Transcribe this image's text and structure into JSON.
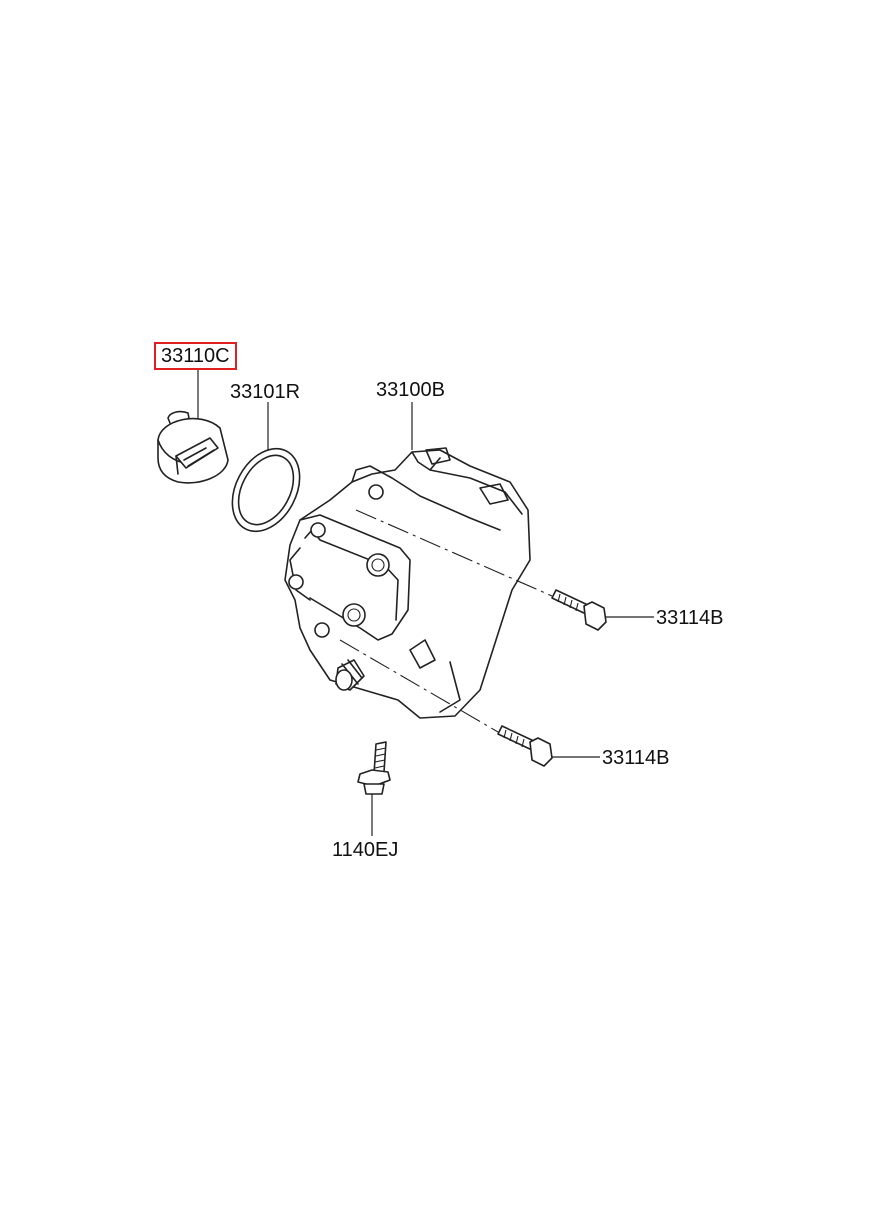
{
  "diagram": {
    "highlight_color": "#e02020",
    "parts": [
      {
        "id": "coupling",
        "number": "33110C",
        "highlighted": true
      },
      {
        "id": "o-ring",
        "number": "33101R",
        "highlighted": false
      },
      {
        "id": "pump",
        "number": "33100B",
        "highlighted": false
      },
      {
        "id": "bolt-upper",
        "number": "33114B",
        "highlighted": false
      },
      {
        "id": "bolt-lower",
        "number": "33114B",
        "highlighted": false
      },
      {
        "id": "stud-bolt",
        "number": "1140EJ",
        "highlighted": false
      }
    ]
  }
}
